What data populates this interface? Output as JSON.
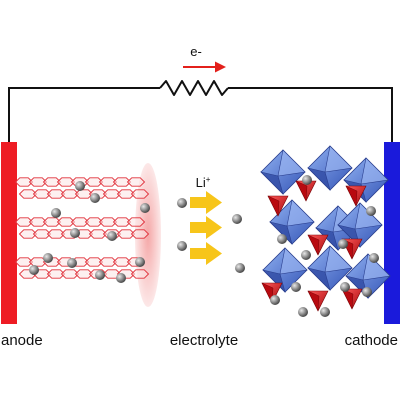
{
  "labels": {
    "electron": "e-",
    "ion": "Li",
    "ion_charge": "+",
    "anode": "anode",
    "electrolyte": "electrolyte",
    "cathode": "cathode"
  },
  "colors": {
    "anode_bar": "#ee1c24",
    "cathode_bar": "#1a1adb",
    "wire": "#111111",
    "electron_arrow": "#e3201b",
    "graphite_lines": "#e0303a",
    "graphite_glow": "#f4a3a3",
    "ion_arrow": "#f7c51a",
    "octahedra": "#5b7fd4",
    "tetrahedra": "#e61e24",
    "lithium_atom": "#7a7a7a"
  },
  "icons": [
    "resistor-icon",
    "electron-flow-arrow-icon",
    "ion-flow-arrow-icon",
    "graphite-layer-icon",
    "lithium-atom-icon",
    "cathode-crystal-icon"
  ]
}
